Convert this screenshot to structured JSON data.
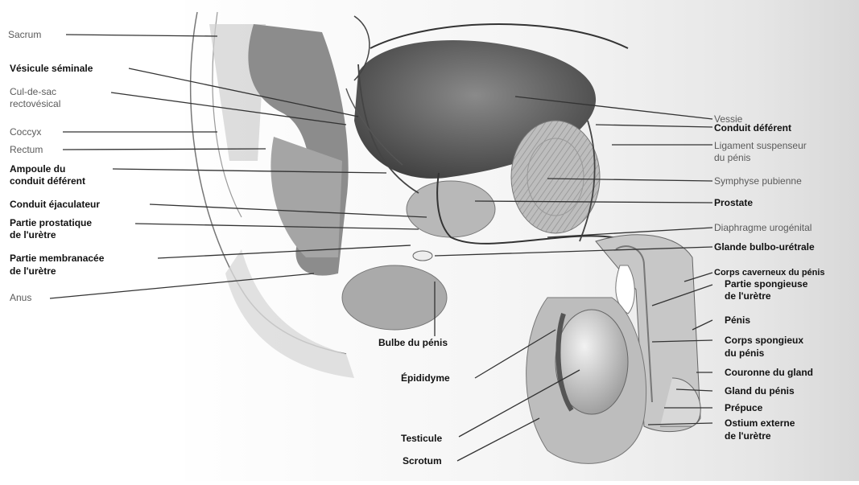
{
  "labels": {
    "sacrum": "Sacrum",
    "vesicule": "Vésicule séminale",
    "culdesac_1": "Cul-de-sac",
    "culdesac_2": "rectovésical",
    "coccyx": "Coccyx",
    "rectum": "Rectum",
    "ampoule_1": "Ampoule du",
    "ampoule_2": "conduit déférent",
    "ejaculateur": "Conduit éjaculateur",
    "prostatique_1": "Partie prostatique",
    "prostatique_2": "de l'urètre",
    "membranacee_1": "Partie membranacée",
    "membranacee_2": "de l'urètre",
    "anus": "Anus",
    "bulbe": "Bulbe du pénis",
    "epididyme": "Épididyme",
    "testicule": "Testicule",
    "scrotum": "Scrotum",
    "vessie": "Vessie",
    "deferent": "Conduit déférent",
    "ligament_1": "Ligament suspenseur",
    "ligament_2": "du pénis",
    "symphyse": "Symphyse pubienne",
    "prostate": "Prostate",
    "diaphragme": "Diaphragme urogénital",
    "glande": "Glande bulbo-urétrale",
    "caverneux": "Corps caverneux du pénis",
    "spongieuse_1": "Partie spongieuse",
    "spongieuse_2": "de l'urètre",
    "penis": "Pénis",
    "spongieux_1": "Corps spongieux",
    "spongieux_2": "du pénis",
    "couronne": "Couronne du gland",
    "gland": "Gland du pénis",
    "prepuce": "Prépuce",
    "ostium_1": "Ostium externe",
    "ostium_2": "de l'urètre"
  }
}
